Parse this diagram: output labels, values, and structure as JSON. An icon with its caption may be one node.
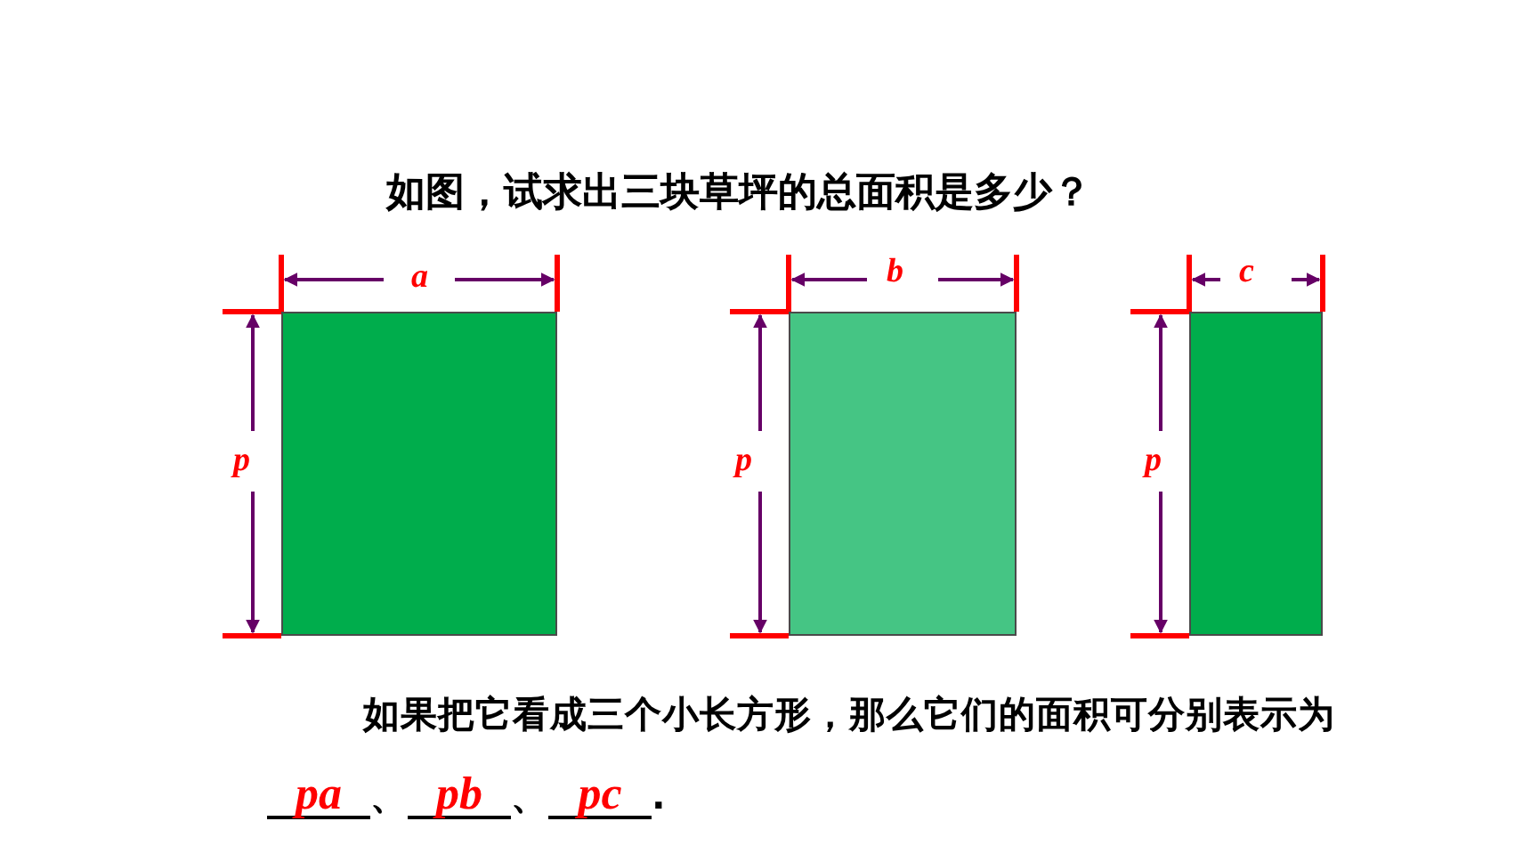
{
  "diagram": {
    "title": "如图，试求出三块草坪的总面积是多少？",
    "nodes": [
      {
        "text": [],
        "shape": "box"
      },
      {
        "text": [],
        "shape": "box"
      },
      {
        "text": [],
        "shape": "box"
      }
    ],
    "labels": [
      "a",
      "b",
      "c",
      "p",
      "p",
      "p",
      "如果把它看成三个小长方形，那么它们的面积可分别表示为",
      "pa",
      "、",
      "pb",
      "、",
      "pc",
      "."
    ]
  }
}
